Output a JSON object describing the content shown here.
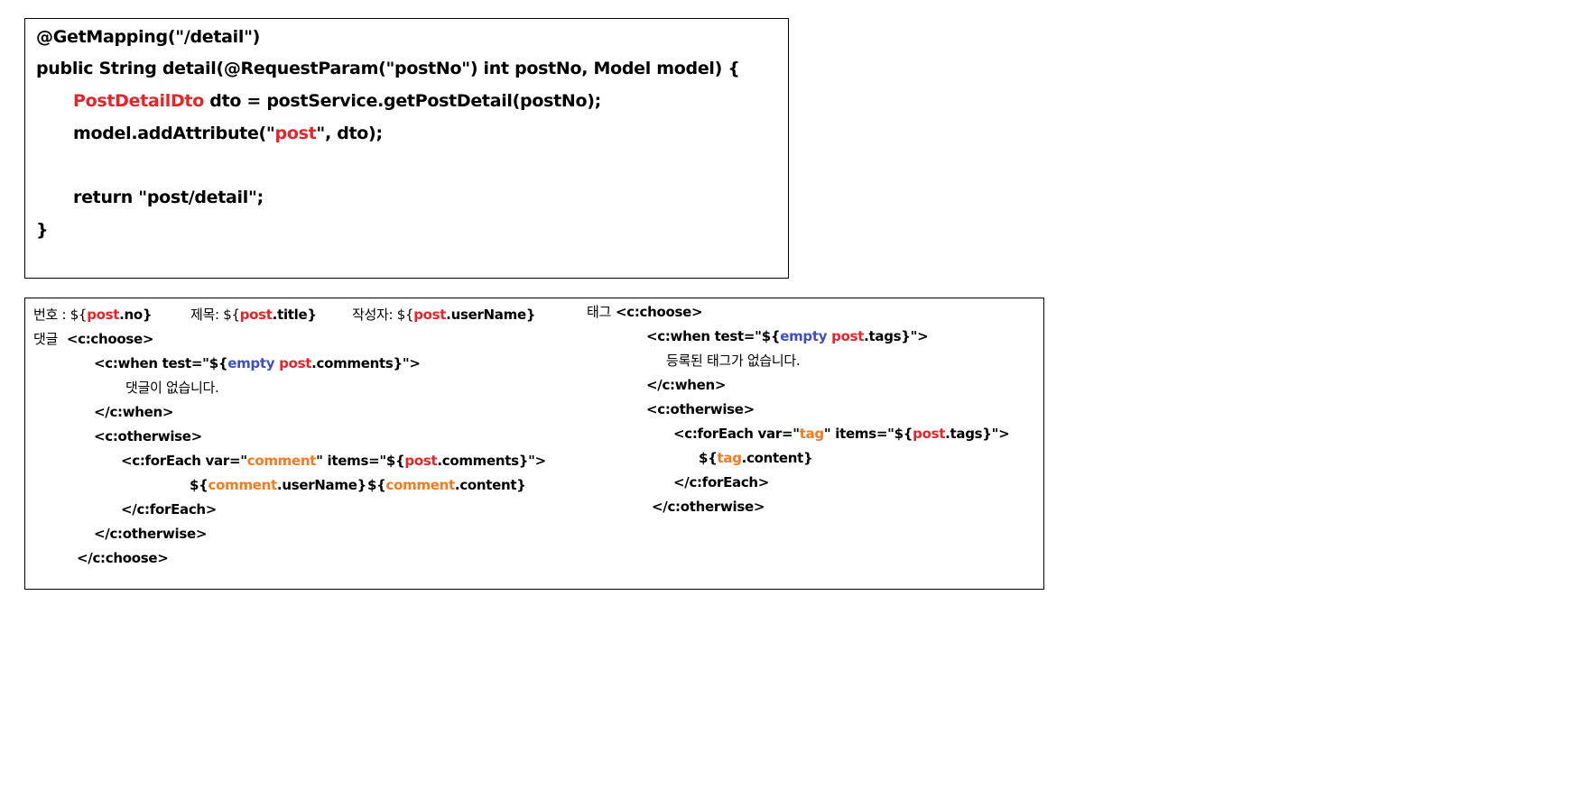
{
  "colors": {
    "accent_red": "#e8242a",
    "accent_blue": "#3e4fbf",
    "accent_orange": "#f07b22"
  },
  "controller": {
    "l1": "@GetMapping(\"/detail\")",
    "l2": "public String detail(@RequestParam(\"postNo\") int postNo, Model model) {",
    "l3a": "PostDetailDto",
    "l3b": " dto = postService.getPostDetail(postNo);",
    "l4a": "model.addAttribute(\"",
    "l4b": "post",
    "l4c": "\", dto);",
    "l5": "return \"post/detail\";",
    "l6": "}"
  },
  "jsp": {
    "no_label": "번호 : ${",
    "post": "post",
    "no_field": ".no}",
    "title_label": "제목: ${",
    "title_field": ".title}",
    "author_label": "작성자: ${",
    "author_field": ".userName}",
    "comments_label": "댓글",
    "choose_open": "<c:choose>",
    "when_open_a": "<c:when test=\"${",
    "empty": "empty",
    "space": " ",
    "comments_when_b": ".comments}\">",
    "no_comments": "댓글이 없습니다.",
    "when_close": "</c:when>",
    "otherwise_open": "<c:otherwise>",
    "foreach_var_a": "<c:forEach var=\"",
    "comment": "comment",
    "foreach_items_a": "\" items=\"${",
    "comments_items_b": ".comments}\">",
    "el_open": "${",
    "username_field": ".userName}",
    "content_field": ".content}",
    "foreach_close": "</c:forEach>",
    "otherwise_close": "</c:otherwise>",
    "choose_close": "</c:choose>",
    "tags_label": "태그",
    "tags_when_b": ".tags}\">",
    "no_tags": "등록된 태그가 없습니다.",
    "tag": "tag",
    "tags_items_b": ".tags}\">"
  }
}
